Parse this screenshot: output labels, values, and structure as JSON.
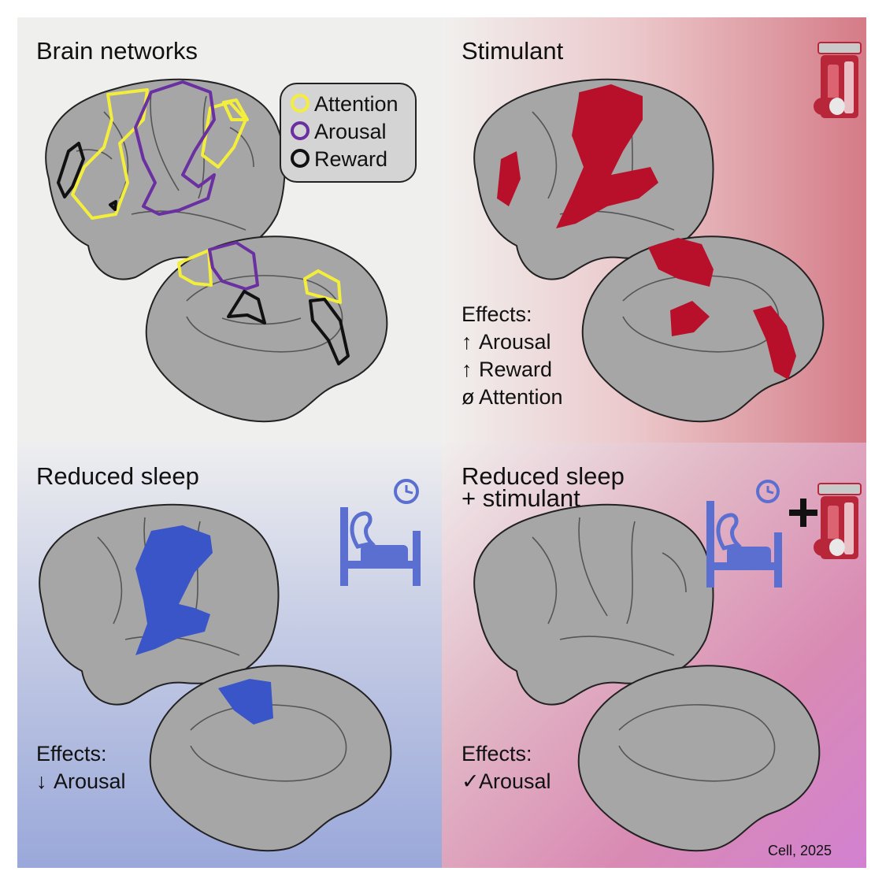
{
  "panels": {
    "brain_networks": {
      "title": "Brain networks"
    },
    "stimulant": {
      "title": "Stimulant",
      "effects_heading": "Effects:",
      "effects": [
        {
          "symbol": "↑",
          "text": "Arousal"
        },
        {
          "symbol": "↑",
          "text": "Reward"
        },
        {
          "symbol": "ø",
          "text": "Attention"
        }
      ]
    },
    "reduced_sleep": {
      "title": "Reduced sleep",
      "effects_heading": "Effects:",
      "effects": [
        {
          "symbol": "↓",
          "text": "Arousal"
        }
      ]
    },
    "combined": {
      "title_line1": "Reduced sleep",
      "title_line2": "+ stimulant",
      "effects_heading": "Effects:",
      "effects": [
        {
          "symbol": "✓",
          "text": "Arousal"
        }
      ],
      "plus": "+"
    }
  },
  "legend": {
    "items": [
      {
        "label": "Attention",
        "color": "#f3ee3c"
      },
      {
        "label": "Arousal",
        "color": "#6a2fa0"
      },
      {
        "label": "Reward",
        "color": "#111111"
      }
    ]
  },
  "colors": {
    "brain": "#a6a6a6",
    "stimulant_highlight": "#b8102a",
    "sleep_highlight": "#3a55c8",
    "pill_bottle": "#b8263a",
    "bed_icon": "#5b6fd1"
  },
  "icons": [
    "pill-bottle-icon",
    "bed-clock-icon",
    "plus-icon"
  ],
  "citation": "Cell, 2025"
}
